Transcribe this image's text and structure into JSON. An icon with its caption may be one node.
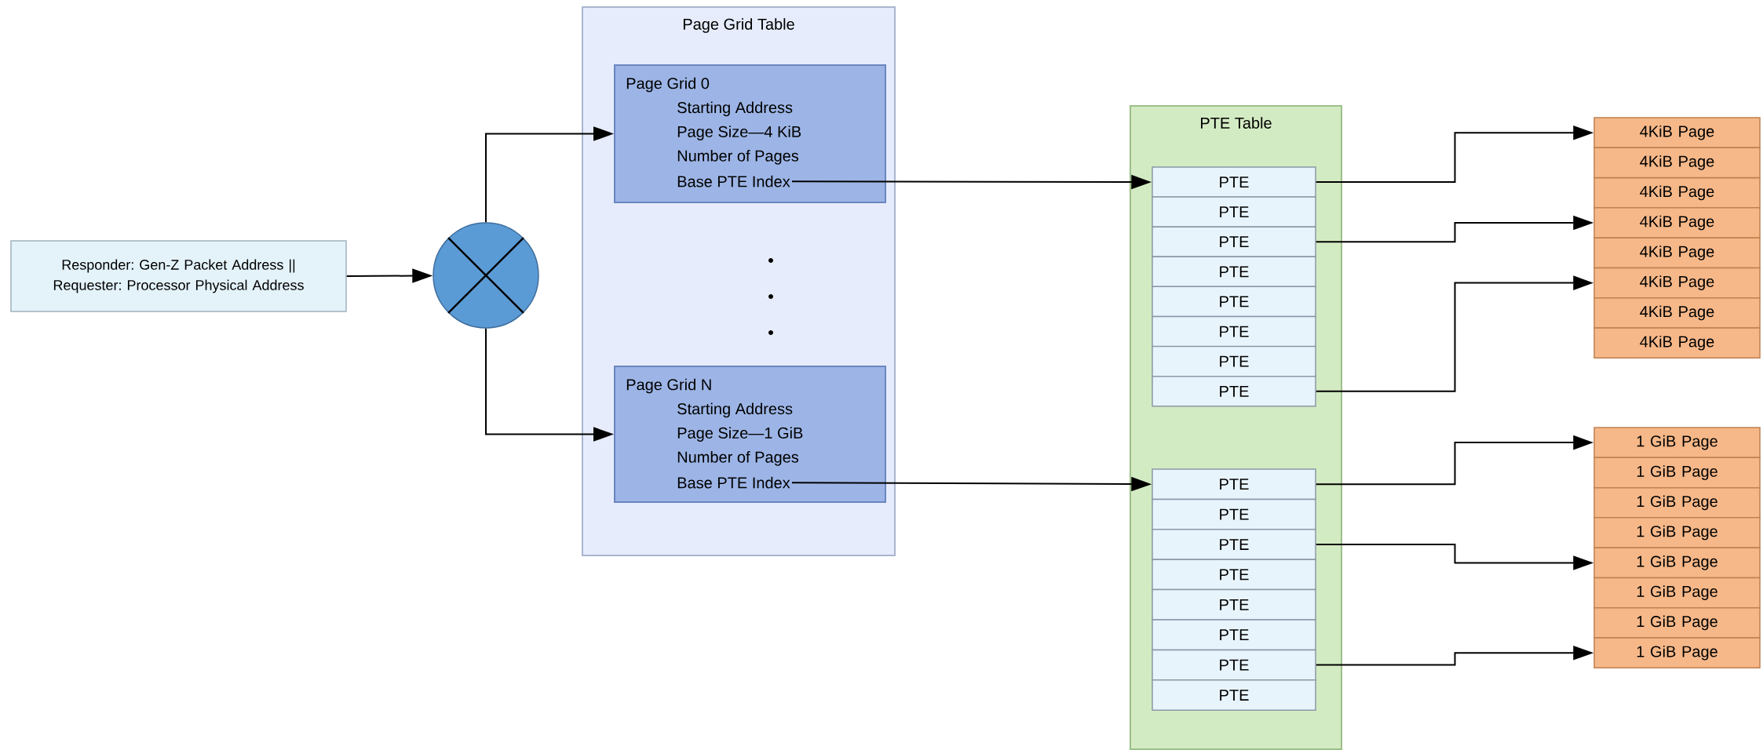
{
  "diagram": {
    "nodes": [
      {
        "text": [
          "Responder: Gen-Z Packet Address || Requester: Processor Physical Address"
        ]
      },
      {
        "text": [],
        "shape": "circle"
      },
      {
        "text": [
          "Page Grid Table"
        ]
      },
      {
        "text": [
          "Page Grid 0",
          "Starting Address",
          "Page Size—4 KiB",
          "Number of Pages",
          "Base PTE Index"
        ],
        "in": 2
      },
      {
        "text": [
          "Page Grid N",
          "Starting Address",
          "Page Size—1 GiB",
          "Number of Pages",
          "Base PTE Index"
        ],
        "in": 2
      },
      {
        "text": [
          "PTE Table"
        ]
      },
      {
        "text": [
          "PTE"
        ],
        "in": 5
      },
      {
        "text": [
          "PTE"
        ],
        "in": 5
      },
      {
        "text": [
          "PTE"
        ],
        "in": 5
      },
      {
        "text": [
          "PTE"
        ],
        "in": 5
      },
      {
        "text": [
          "PTE"
        ],
        "in": 5
      },
      {
        "text": [
          "PTE"
        ],
        "in": 5
      },
      {
        "text": [
          "PTE"
        ],
        "in": 5
      },
      {
        "text": [
          "PTE"
        ],
        "in": 5
      },
      {
        "text": [
          "PTE"
        ],
        "in": 5
      },
      {
        "text": [
          "PTE"
        ],
        "in": 5
      },
      {
        "text": [
          "PTE"
        ],
        "in": 5
      },
      {
        "text": [
          "PTE"
        ],
        "in": 5
      },
      {
        "text": [
          "PTE"
        ],
        "in": 5
      },
      {
        "text": [
          "PTE"
        ],
        "in": 5
      },
      {
        "text": [
          "PTE"
        ],
        "in": 5
      },
      {
        "text": [
          "PTE"
        ],
        "in": 5
      },
      {
        "text": [
          "4KiB Page"
        ]
      },
      {
        "text": [
          "4KiB Page"
        ]
      },
      {
        "text": [
          "4KiB Page"
        ]
      },
      {
        "text": [
          "4KiB Page"
        ]
      },
      {
        "text": [
          "4KiB Page"
        ]
      },
      {
        "text": [
          "4KiB Page"
        ]
      },
      {
        "text": [
          "4KiB Page"
        ]
      },
      {
        "text": [
          "4KiB Page"
        ]
      },
      {
        "text": [
          "1 GiB Page"
        ]
      },
      {
        "text": [
          "1 GiB Page"
        ]
      },
      {
        "text": [
          "1 GiB Page"
        ]
      },
      {
        "text": [
          "1 GiB Page"
        ]
      },
      {
        "text": [
          "1 GiB Page"
        ]
      },
      {
        "text": [
          "1 GiB Page"
        ]
      },
      {
        "text": [
          "1 GiB Page"
        ]
      },
      {
        "text": [
          "1 GiB Page"
        ]
      }
    ],
    "edges": [
      {
        "from": 0,
        "to": 1,
        "arrow": "to"
      },
      {
        "from": 1,
        "to": 3,
        "arrow": "to"
      },
      {
        "from": 1,
        "to": 4,
        "arrow": "to"
      },
      {
        "from": 3,
        "to": 6,
        "arrow": "to"
      },
      {
        "from": 4,
        "to": 14,
        "arrow": "to"
      },
      {
        "from": 6,
        "to": 22,
        "arrow": "to"
      },
      {
        "from": 8,
        "to": 25,
        "arrow": "to"
      },
      {
        "from": 13,
        "to": 27,
        "arrow": "to"
      },
      {
        "from": 14,
        "to": 30,
        "arrow": "to"
      },
      {
        "from": 16,
        "to": 34,
        "arrow": "to"
      },
      {
        "from": 20,
        "to": 37,
        "arrow": "to"
      }
    ]
  }
}
